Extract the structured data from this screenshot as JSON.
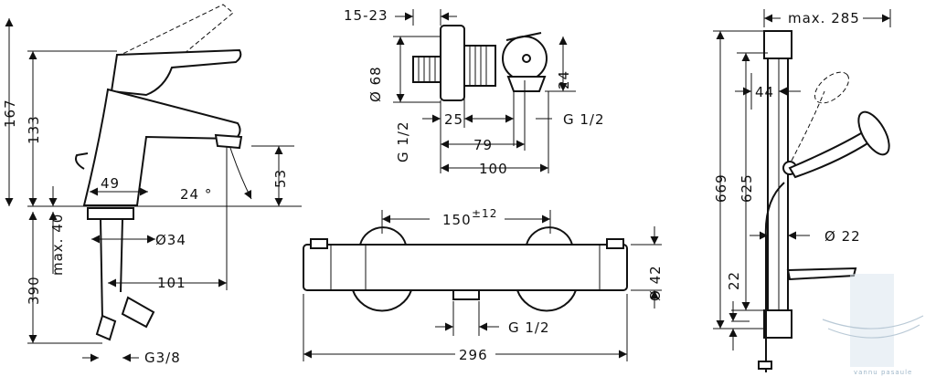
{
  "faucet": {
    "dims": [
      "167",
      "133",
      "49",
      "24 °",
      "53",
      "max. 40",
      "Ø34",
      "101",
      "390",
      "G3/8"
    ]
  },
  "valve": {
    "dims": [
      "15-23",
      "Ø 68",
      "24",
      "G 1/2",
      "25",
      "G 1/2",
      "79",
      "100"
    ]
  },
  "thermostat": {
    "dims": [
      "150",
      "±12",
      "Ø 42",
      "G 1/2",
      "296"
    ]
  },
  "shower": {
    "dims": [
      "max. 285",
      "44",
      "669",
      "625",
      "Ø 22",
      "22"
    ]
  },
  "watermark": "vannu pasaule"
}
